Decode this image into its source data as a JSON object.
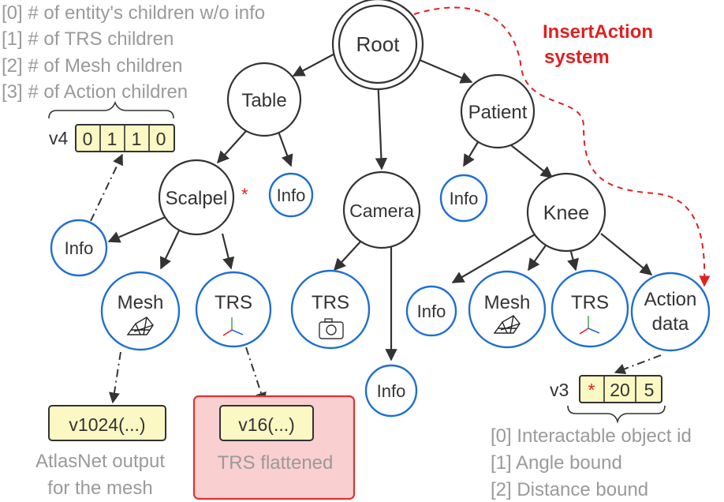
{
  "legend_top": [
    "[0] # of entity's children w/o info",
    "[1] # of TRS children",
    "[2] # of Mesh children",
    "[3] # of Action children"
  ],
  "legend_bottom": [
    "[0] Interactable object id",
    "[1] Angle bound",
    "[2] Distance bound"
  ],
  "insert_action": {
    "line1": "InsertAction",
    "line2": "system"
  },
  "nodes": {
    "root": "Root",
    "table": "Table",
    "patient": "Patient",
    "scalpel": "Scalpel",
    "camera": "Camera",
    "knee": "Knee",
    "info": "Info",
    "mesh": "Mesh",
    "trs": "TRS",
    "action_line1": "Action",
    "action_line2": "data"
  },
  "marker": "*",
  "v4": {
    "label": "v4",
    "cells": [
      "0",
      "1",
      "1",
      "0"
    ]
  },
  "v3": {
    "label": "v3",
    "cells": [
      "*",
      "20",
      "5"
    ]
  },
  "v1024": "v1024(...)",
  "v16": "v16(...)",
  "atlas_caption": {
    "line1": "AtlasNet output",
    "line2": "for the mesh"
  },
  "trs_flattened": "TRS flattened",
  "colors": {
    "node_stroke": "#333333",
    "leaf_stroke": "#1f6fd1",
    "vector_fill": "#fbf8c4",
    "highlight_fill": "#f9cfd0",
    "highlight_stroke": "#dd3333",
    "red": "#e02020",
    "gray_text": "#9a9a9a"
  }
}
